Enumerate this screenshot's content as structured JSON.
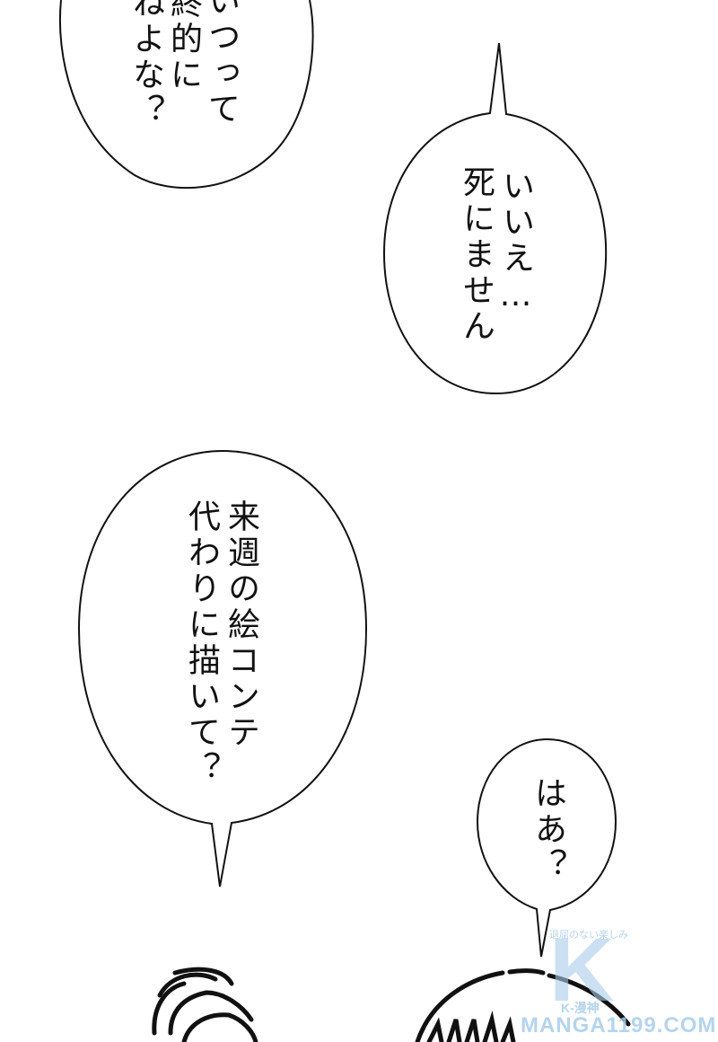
{
  "page": {
    "type": "manga-page",
    "background": "#ffffff"
  },
  "bubbles": [
    {
      "id": "top-left",
      "columns": [
        "いつって",
        "終的に",
        "ねよな？"
      ],
      "note": "partially cropped at top edge"
    },
    {
      "id": "top-right",
      "columns": [
        "いいえ…",
        "死にません"
      ]
    },
    {
      "id": "middle-left",
      "columns": [
        "来週の絵コンテ",
        "代わりに描いて？"
      ]
    },
    {
      "id": "bottom-right",
      "columns": [
        "はあ？"
      ]
    }
  ],
  "watermark": {
    "tagline": "退屈のない楽しみ",
    "logo": "K",
    "brand": "K-漫神",
    "site": "MANGA1199.COM",
    "color": "#a9cdea"
  }
}
